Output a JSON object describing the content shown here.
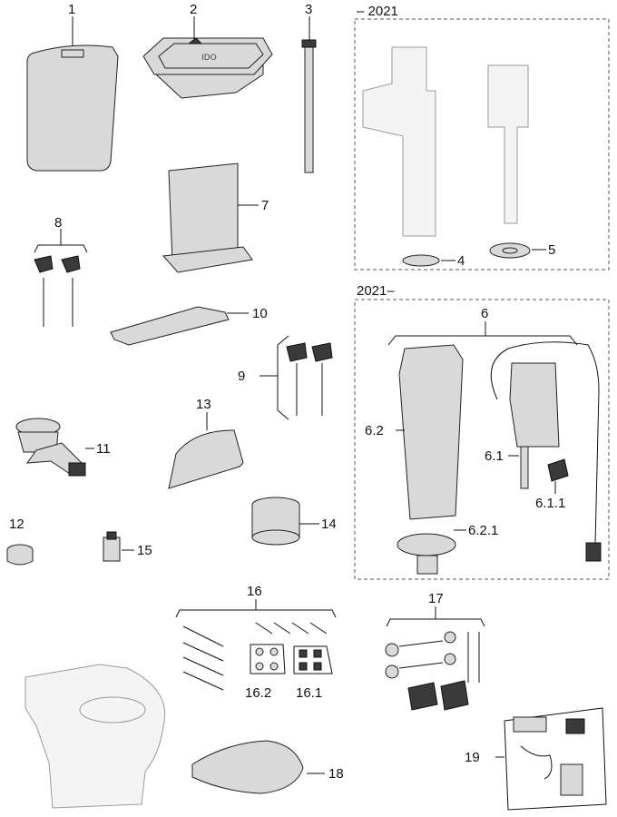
{
  "sections": {
    "legacy_header": "– 2021",
    "current_header": "2021–"
  },
  "labels": {
    "p1": "1",
    "p2": "2",
    "p3": "3",
    "p4": "4",
    "p5": "5",
    "p6": "6",
    "p61": "6.1",
    "p611": "6.1.1",
    "p62": "6.2",
    "p621": "6.2.1",
    "p7": "7",
    "p8": "8",
    "p9": "9",
    "p10": "10",
    "p11": "11",
    "p12": "12",
    "p13": "13",
    "p14": "14",
    "p15": "15",
    "p16": "16",
    "p161": "16.1",
    "p162": "16.2",
    "p17": "17",
    "p18": "18",
    "p19": "19"
  },
  "brand_mark": "IDO"
}
